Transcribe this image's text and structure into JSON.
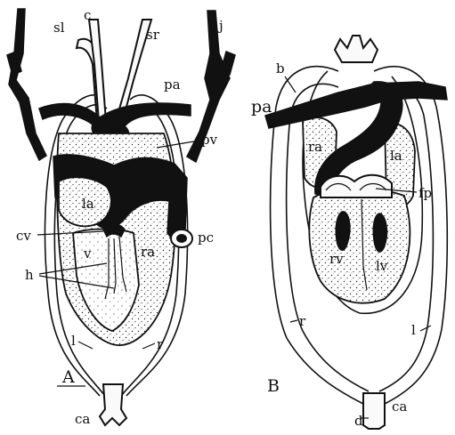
{
  "panels": [
    {
      "id": "A",
      "panel_label": "A",
      "labels": {
        "sl": "sl",
        "c": "c",
        "sr": "sr",
        "j": "j",
        "pa": "pa",
        "pv": "pv",
        "la": "la",
        "cv": "cv",
        "v": "v",
        "ra": "ra",
        "pc": "pc",
        "h": "h",
        "l": "l",
        "r": "r",
        "ca": "ca"
      }
    },
    {
      "id": "B",
      "panel_label": "B",
      "labels": {
        "b": "b",
        "pa": "pa",
        "ra": "ra",
        "la": "la",
        "fp": "fp",
        "rv": "rv",
        "lv": "lv",
        "r": "r",
        "l": "l",
        "d": "d",
        "ca": "ca"
      }
    }
  ],
  "colors": {
    "ink": "#111111",
    "paper": "#ffffff"
  }
}
